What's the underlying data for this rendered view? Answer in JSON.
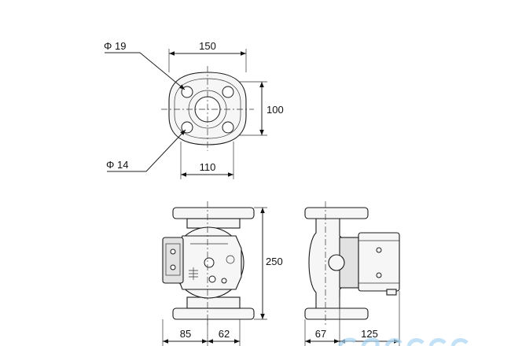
{
  "top_view": {
    "dim_width_top": "150",
    "dim_height_right": "100",
    "dim_width_bottom": "110",
    "hole_large_label": "Φ 19",
    "hole_small_label": "Φ 14"
  },
  "front_view": {
    "dim_height": "250",
    "dim_left": "85",
    "dim_right": "62"
  },
  "side_view": {
    "dim_left": "67",
    "dim_right": "125"
  },
  "colors": {
    "line": "#222222",
    "watermark": "#a9d4f2"
  }
}
